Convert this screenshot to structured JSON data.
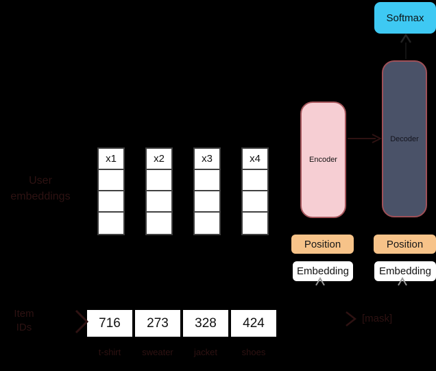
{
  "diagram": {
    "softmax": {
      "label": "Softmax"
    },
    "decoder": {
      "label": "Decoder"
    },
    "encoder": {
      "label": "Encoder"
    },
    "encoder_inputs": {
      "position": "Position",
      "embedding": "Embedding"
    },
    "decoder_inputs": {
      "position": "Position",
      "embedding": "Embedding"
    },
    "user_embeddings": {
      "label_lines": [
        "User",
        "embeddings"
      ],
      "columns": [
        {
          "header": "x1"
        },
        {
          "header": "x2"
        },
        {
          "header": "x3"
        },
        {
          "header": "x4"
        }
      ]
    },
    "item_ids": {
      "label_lines": [
        "Item",
        "IDs"
      ],
      "values": [
        "716",
        "273",
        "328",
        "424"
      ],
      "item_names": [
        "t-shirt",
        "sweater",
        "jacket",
        "shoes"
      ],
      "next_item_label": "[mask]"
    },
    "colors": {
      "background": "#000000",
      "softmax_fill": "#3EC9F3",
      "encoder_fill": "#F6CED3",
      "encoder_border": "#A6565C",
      "decoder_fill": "#4A5268",
      "decoder_border": "#A05058",
      "position_fill": "#F7C389",
      "embedding_fill": "#FFFFFF",
      "cell_fill": "#FFFFFF",
      "muted_text": "#2E1212"
    }
  }
}
